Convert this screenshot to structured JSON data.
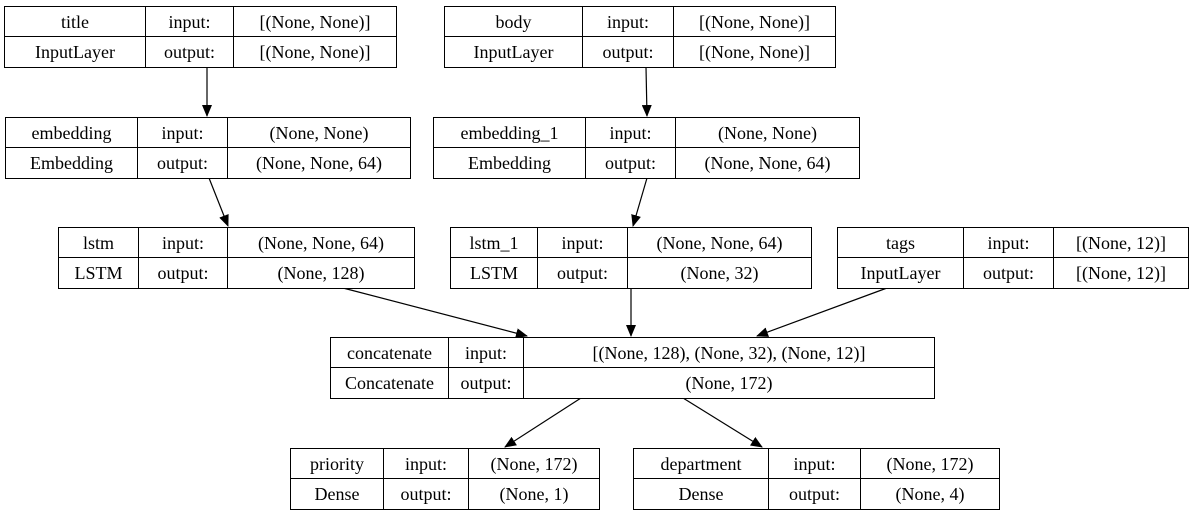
{
  "diagram": {
    "kind": "keras-model-architecture-graph",
    "io_labels": {
      "input": "input:",
      "output": "output:"
    },
    "colors": {
      "border": "#000000",
      "background": "#ffffff",
      "text": "#000000"
    },
    "nodes": [
      {
        "id": "title",
        "name": "title",
        "layer_type": "InputLayer",
        "input": "[(None, None)]",
        "output": "[(None, None)]"
      },
      {
        "id": "body",
        "name": "body",
        "layer_type": "InputLayer",
        "input": "[(None, None)]",
        "output": "[(None, None)]"
      },
      {
        "id": "embedding",
        "name": "embedding",
        "layer_type": "Embedding",
        "input": "(None, None)",
        "output": "(None, None, 64)"
      },
      {
        "id": "embedding_1",
        "name": "embedding_1",
        "layer_type": "Embedding",
        "input": "(None, None)",
        "output": "(None, None, 64)"
      },
      {
        "id": "lstm",
        "name": "lstm",
        "layer_type": "LSTM",
        "input": "(None, None, 64)",
        "output": "(None, 128)"
      },
      {
        "id": "lstm_1",
        "name": "lstm_1",
        "layer_type": "LSTM",
        "input": "(None, None, 64)",
        "output": "(None, 32)"
      },
      {
        "id": "tags",
        "name": "tags",
        "layer_type": "InputLayer",
        "input": "[(None, 12)]",
        "output": "[(None, 12)]"
      },
      {
        "id": "concatenate",
        "name": "concatenate",
        "layer_type": "Concatenate",
        "input": "[(None, 128), (None, 32), (None, 12)]",
        "output": "(None, 172)"
      },
      {
        "id": "priority",
        "name": "priority",
        "layer_type": "Dense",
        "input": "(None, 172)",
        "output": "(None, 1)"
      },
      {
        "id": "department",
        "name": "department",
        "layer_type": "Dense",
        "input": "(None, 172)",
        "output": "(None, 4)"
      }
    ],
    "edges": [
      {
        "from": "title",
        "to": "embedding"
      },
      {
        "from": "body",
        "to": "embedding_1"
      },
      {
        "from": "embedding",
        "to": "lstm"
      },
      {
        "from": "embedding_1",
        "to": "lstm_1"
      },
      {
        "from": "lstm",
        "to": "concatenate"
      },
      {
        "from": "lstm_1",
        "to": "concatenate"
      },
      {
        "from": "tags",
        "to": "concatenate"
      },
      {
        "from": "concatenate",
        "to": "priority"
      },
      {
        "from": "concatenate",
        "to": "department"
      }
    ]
  }
}
